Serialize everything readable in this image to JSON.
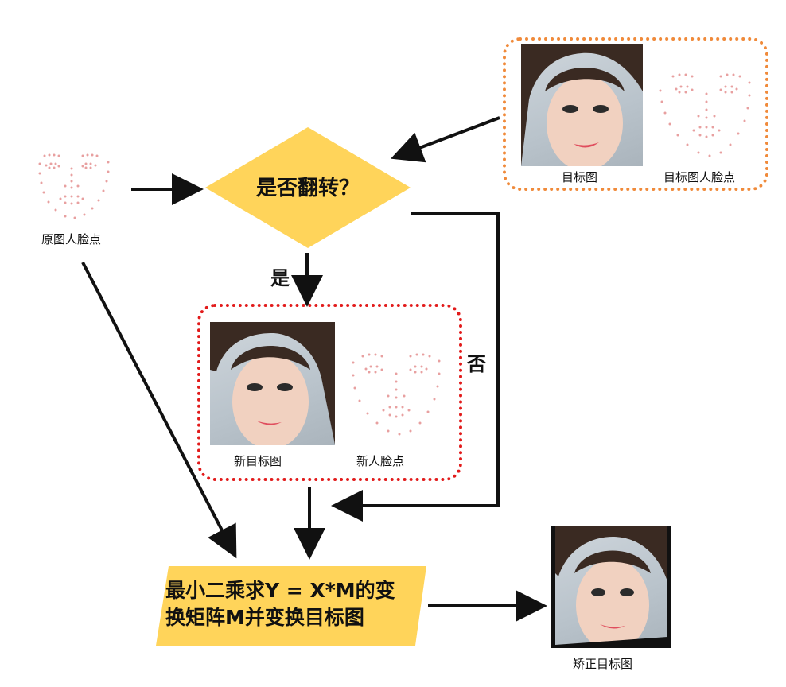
{
  "nodes": {
    "source_points_label": "原图人脸点",
    "target_image_label": "目标图",
    "target_points_label": "目标图人脸点",
    "decision_label": "是否翻转？",
    "yes_label": "是",
    "no_label": "否",
    "new_target_label": "新目标图",
    "new_points_label": "新人脸点",
    "process_line1": "最小二乘求Y = X*M的变",
    "process_line2": "换矩阵M并变换目标图",
    "result_label": "矫正目标图"
  },
  "colors": {
    "decision_fill": "#ffd45a",
    "process_fill": "#ffd45a",
    "orange_dotted_border": "#f08a3a",
    "red_dotted_border": "#e21b1b",
    "landmark_dot": "#e8a0a0",
    "arrow": "#111111"
  },
  "icons": {
    "face_photo": "portrait-photo",
    "landmarks": "face-landmark-dots"
  }
}
